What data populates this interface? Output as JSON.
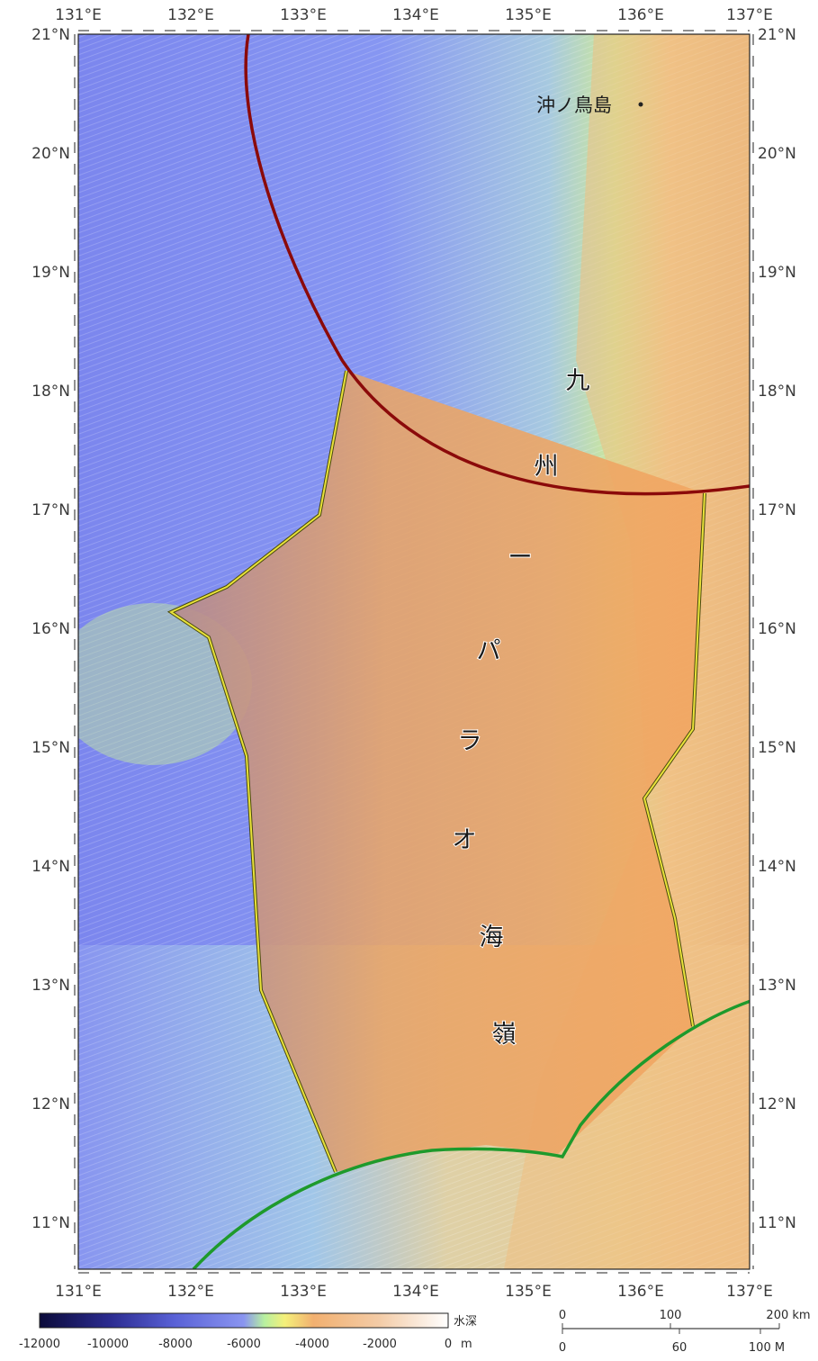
{
  "map": {
    "lon_labels": [
      "131°E",
      "132°E",
      "133°E",
      "134°E",
      "135°E",
      "136°E",
      "137°E"
    ],
    "lat_labels": [
      "21°N",
      "20°N",
      "19°N",
      "18°N",
      "17°N",
      "16°N",
      "15°N",
      "14°N",
      "13°N",
      "12°N",
      "11°N"
    ],
    "island_label": "沖ノ鳥島",
    "ridge_chars": [
      "九",
      "州",
      "ー",
      "パ",
      "ラ",
      "オ",
      "海",
      "嶺"
    ],
    "colors": {
      "deep_sea": "#7d8bf0",
      "shallow": "#f3c58a",
      "ridge_area": "#f0a060",
      "eez_boundary_red": "#8b0a0a",
      "boundary_green": "#1e9a2c",
      "area_outline_yellow": "#e8e23a"
    }
  },
  "legend": {
    "depth_title": "水深",
    "depth_ticks": [
      "-12000",
      "-10000",
      "-8000",
      "-6000",
      "-4000",
      "-2000",
      "0"
    ],
    "depth_unit": "m",
    "scale_km_ticks": [
      "0",
      "100",
      "200 km"
    ],
    "scale_nm_ticks": [
      "0",
      "60",
      "100 M"
    ]
  }
}
